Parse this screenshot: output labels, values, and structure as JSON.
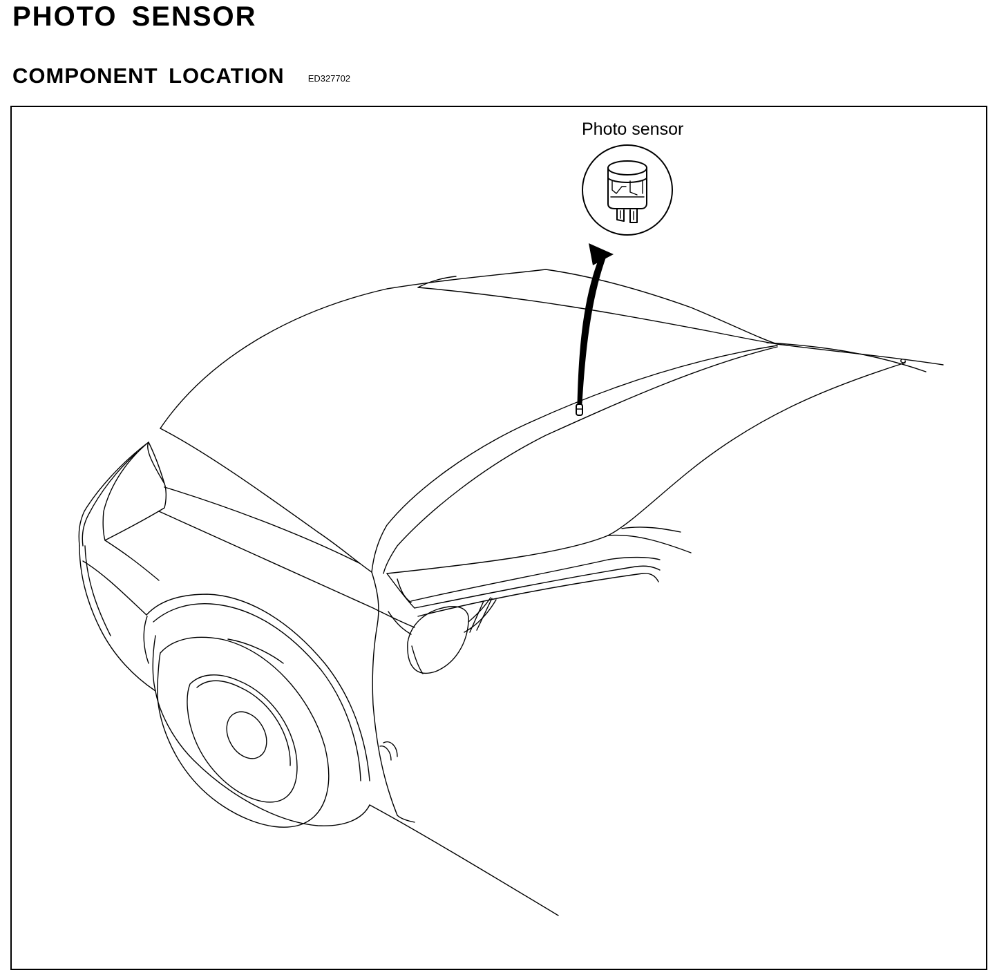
{
  "header": {
    "title": "PHOTO SENSOR"
  },
  "section": {
    "title": "COMPONENT LOCATION",
    "ref_code": "ED327702"
  },
  "figure": {
    "callout_label": "Photo sensor"
  }
}
